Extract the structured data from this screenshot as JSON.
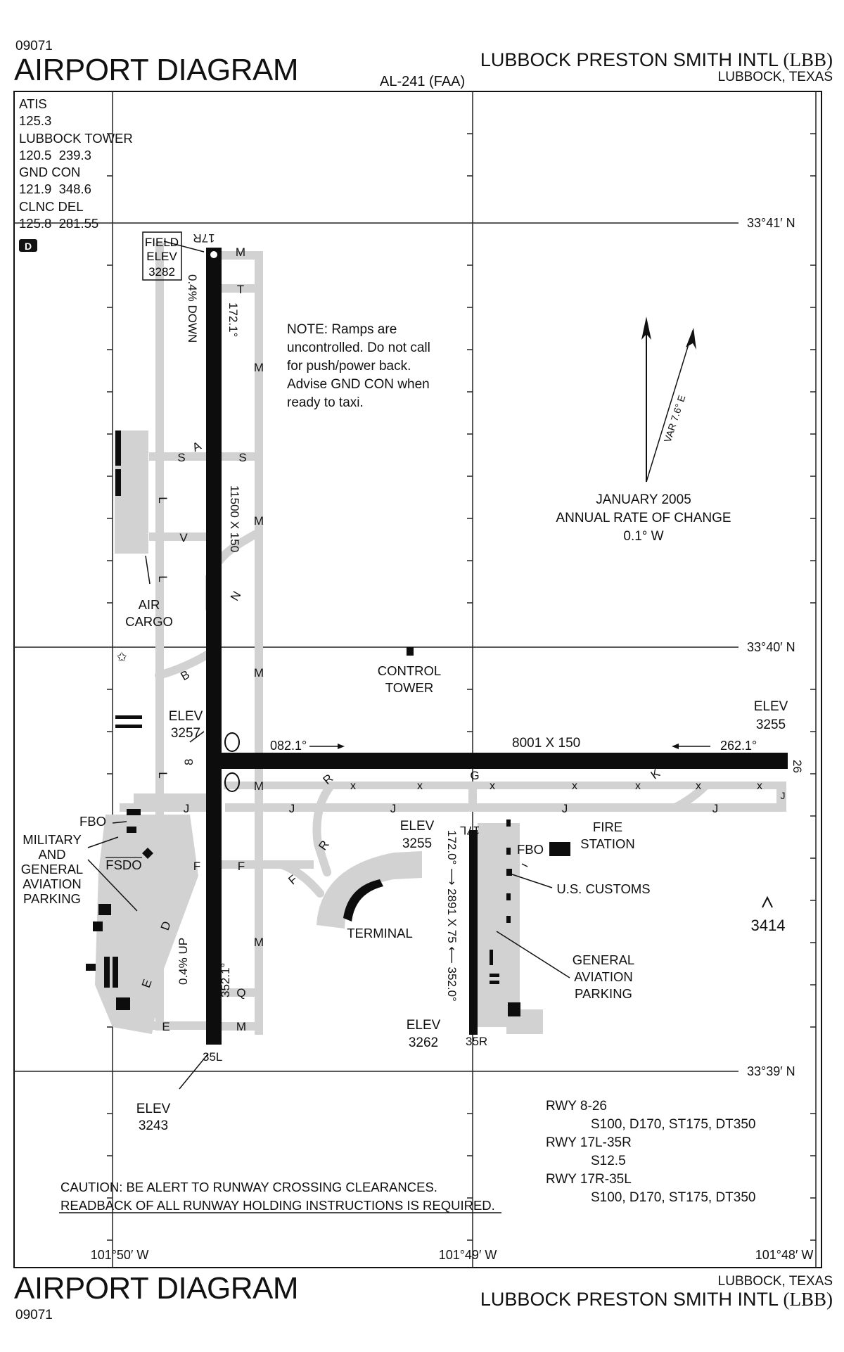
{
  "header": {
    "code": "09071",
    "title": "AIRPORT DIAGRAM",
    "al_number": "AL-241 (FAA)",
    "airport_name": "LUBBOCK PRESTON SMITH INTL",
    "airport_id": "(LBB)",
    "location": "LUBBOCK, TEXAS"
  },
  "footer": {
    "code": "09071",
    "title": "AIRPORT DIAGRAM",
    "airport_name": "LUBBOCK PRESTON SMITH INTL",
    "airport_id": "(LBB)",
    "location": "LUBBOCK, TEXAS"
  },
  "frequencies": [
    "ATIS",
    "125.3",
    "LUBBOCK TOWER",
    "120.5  239.3",
    "GND CON",
    "121.9  348.6",
    "CLNC DEL",
    "125.8  281.55"
  ],
  "d_symbol": "D",
  "latitudes": [
    "33°41′ N",
    "33°40′ N",
    "33°39′ N"
  ],
  "longitudes": [
    "101°50′ W",
    "101°49′ W",
    "101°48′ W"
  ],
  "field_elev": {
    "line1": "FIELD",
    "line2": "ELEV",
    "value": "3282"
  },
  "note": [
    "NOTE: Ramps are",
    "uncontrolled. Do not call",
    "for push/power back.",
    "Advise GND CON when",
    "ready to taxi."
  ],
  "variation": {
    "var_label": "VAR 7.6° E",
    "date": "JANUARY 2005",
    "rate_label": "ANNUAL RATE OF CHANGE",
    "rate": "0.1° W"
  },
  "runways": {
    "r17r": "17R",
    "r35l": "35L",
    "r8": "8",
    "r26": "26",
    "r17l": "17L",
    "r35r": "35R",
    "hdg_17r": "172.1°",
    "hdg_35l": "352.1°",
    "grade_17r": "0.4% DOWN",
    "grade_35l": "0.4% UP",
    "dims_17r": "11500 X 150",
    "hdg_8": "082.1°",
    "hdg_26": "262.1°",
    "dims_8": "8001 X 150",
    "dims_17l": "172.0° ⟶ 2891 X 75 ⟵ 352.0°"
  },
  "elevations": {
    "e26_label": "ELEV",
    "e26": "3255",
    "e8_label": "ELEV",
    "e8": "3257",
    "e17l_label": "ELEV",
    "e17l": "3255",
    "e35r_label": "ELEV",
    "e35r": "3262",
    "e35l_label": "ELEV",
    "e35l": "3243",
    "obstacle": "3414"
  },
  "facilities": {
    "control_tower": [
      "CONTROL",
      "TOWER"
    ],
    "air_cargo": [
      "AIR",
      "CARGO"
    ],
    "fbo_west": "FBO",
    "fsdo": "FSDO",
    "military": [
      "MILITARY",
      "AND",
      "GENERAL",
      "AVIATION",
      "PARKING"
    ],
    "terminal": "TERMINAL",
    "fbo_east": "FBO",
    "fire_station": [
      "FIRE",
      "STATION"
    ],
    "customs": "U.S. CUSTOMS",
    "ga_parking": [
      "GENERAL",
      "AVIATION",
      "PARKING"
    ]
  },
  "taxiways": {
    "m": "M",
    "t": "T",
    "s": "S",
    "a": "A",
    "l": "L",
    "v": "V",
    "n": "N",
    "b": "B",
    "j": "J",
    "r": "R",
    "g": "G",
    "k": "K",
    "f": "F",
    "d": "D",
    "e": "E",
    "q": "Q"
  },
  "runway_data": [
    {
      "runway": "RWY  8-26",
      "strength": "S100, D170, ST175, DT350"
    },
    {
      "runway": "RWY  17L-35R",
      "strength": "S12.5"
    },
    {
      "runway": "RWY  17R-35L",
      "strength": "S100, D170, ST175, DT350"
    }
  ],
  "caution": [
    "CAUTION:  BE ALERT TO RUNWAY CROSSING CLEARANCES.",
    "READBACK OF ALL RUNWAY HOLDING INSTRUCTIONS IS REQUIRED."
  ],
  "colors": {
    "runway": "#0d0d0d",
    "taxiway": "#d2d2d2",
    "ink": "#111111",
    "background": "#ffffff"
  }
}
